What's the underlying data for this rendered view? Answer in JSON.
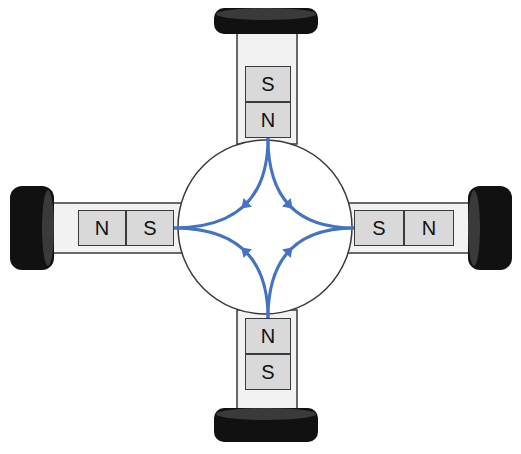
{
  "diagram": {
    "nodes": [
      {
        "text": [
          "S"
        ]
      },
      {
        "text": [
          "N"
        ]
      },
      {
        "text": [
          "N"
        ]
      },
      {
        "text": [
          "S"
        ]
      },
      {
        "text": [
          "S"
        ]
      },
      {
        "text": [
          "N"
        ]
      },
      {
        "text": [
          "N"
        ]
      },
      {
        "text": [
          "S"
        ]
      }
    ],
    "edges": [
      {
        "from": 1,
        "to": 3,
        "arrow": "to"
      },
      {
        "from": 1,
        "to": 4,
        "arrow": "to"
      },
      {
        "from": 6,
        "to": 3,
        "arrow": "to"
      },
      {
        "from": 6,
        "to": 4,
        "arrow": "to"
      }
    ]
  }
}
